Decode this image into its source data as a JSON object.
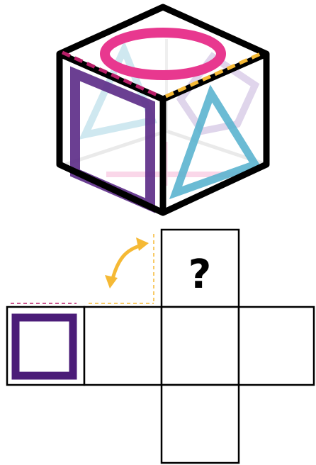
{
  "puzzle": {
    "question_mark": "?"
  },
  "colors": {
    "outline": "#000000",
    "pink": "#e8388f",
    "purple": "#5b2a86",
    "yellow": "#f5b935",
    "light_blue": "#5bb4cf",
    "light_purple": "#b29ad0",
    "light_pink": "#f3a8d0",
    "background": "#ffffff"
  },
  "icons": {
    "cube": "cube-icon",
    "circle": "circle-shape",
    "square": "square-shape",
    "triangle": "triangle-shape",
    "rotate": "curved-arrow-icon"
  }
}
